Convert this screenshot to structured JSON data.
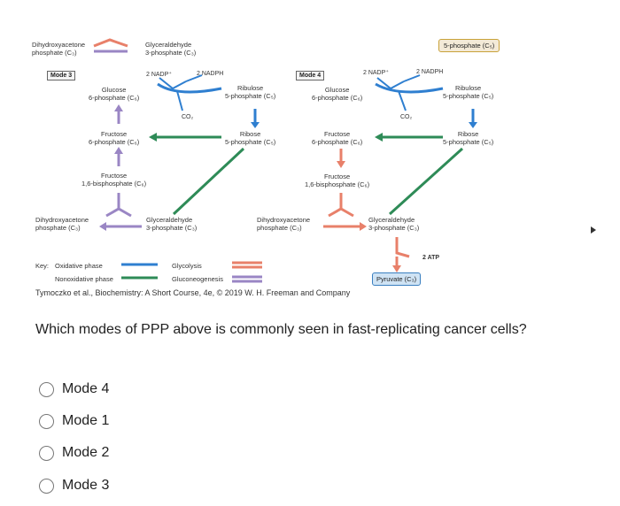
{
  "figure": {
    "top_left_dhap": "Dihydroxyacetone\nphosphate (C₃)",
    "top_left_gap": "Glyceraldehyde\n3-phosphate (C₃)",
    "top_right_box": "5-phosphate (C₅)",
    "mode3": {
      "title": "Mode 3",
      "nadp": "2 NADP⁺",
      "nadph": "2 NADPH",
      "glucose6p": "Glucose\n6-phosphate (C₆)",
      "ribulose5p": "Ribulose\n5-phosphate (C₅)",
      "co2": "CO₂",
      "fructose6p": "Fructose\n6-phosphate (C₆)",
      "ribose5p": "Ribose\n5-phosphate (C₅)",
      "f16bp": "Fructose\n1,6-bisphosphate (C₆)",
      "dhap": "Dihydroxyacetone\nphosphate (C₃)",
      "gap": "Glyceraldehyde\n3-phosphate (C₃)"
    },
    "mode4": {
      "title": "Mode 4",
      "nadp": "2 NADP⁺",
      "nadph": "2 NADPH",
      "glucose6p": "Glucose\n6-phosphate (C₆)",
      "ribulose5p": "Ribulose\n5-phosphate (C₅)",
      "co2": "CO₂",
      "fructose6p": "Fructose\n6-phosphate (C₆)",
      "ribose5p": "Ribose\n5-phosphate (C₅)",
      "f16bp": "Fructose\n1,6-bisphosphate (C₆)",
      "dhap": "Dihydroxyacetone\nphosphate (C₃)",
      "gap": "Glyceraldehyde\n3-phosphate (C₃)",
      "atp": "2 ATP",
      "pyruvate": "Pyruvate (C₃)"
    },
    "key": {
      "label": "Key:",
      "oxidative": "Oxidative phase",
      "nonoxidative": "Nonoxidative phase",
      "glycolysis": "Glycolysis",
      "gluconeogenesis": "Gluconeogenesis"
    },
    "credit": "Tymoczko et al., Biochemistry: A Short Course, 4e, © 2019 W. H. Freeman and Company",
    "colors": {
      "oxidative": "#2f7fd0",
      "nonoxidative": "#2e8b57",
      "glycolysis": "#e8806a",
      "gluconeogenesis": "#9a86c4"
    }
  },
  "question": {
    "text": "Which modes of PPP above is commonly seen in fast-replicating cancer cells?",
    "options": [
      "Mode 4",
      "Mode 1",
      "Mode 2",
      "Mode 3"
    ]
  }
}
